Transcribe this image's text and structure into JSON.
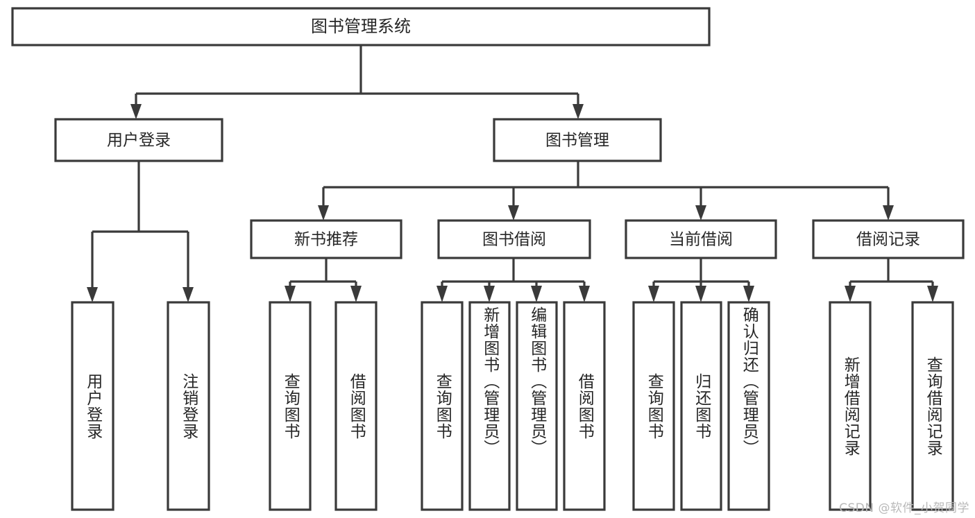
{
  "diagram": {
    "title": "图书管理系统",
    "type": "功能结构图",
    "watermark": "CSDN @软件_小贺同学",
    "colors": {
      "box_stroke": "#3a3a3a",
      "box_fill": "#ffffff",
      "text": "#262626",
      "background": "#ffffff",
      "watermark": "#b9b9b9"
    },
    "root": {
      "label": "图书管理系统"
    },
    "level1": [
      {
        "label": "用户登录"
      },
      {
        "label": "图书管理"
      }
    ],
    "level2": [
      {
        "label": "新书推荐"
      },
      {
        "label": "图书借阅"
      },
      {
        "label": "当前借阅"
      },
      {
        "label": "借阅记录"
      }
    ],
    "leaves": {
      "user_login": [
        {
          "label": "用户登录"
        },
        {
          "label": "注销登录"
        }
      ],
      "new_book_recommend": [
        {
          "label": "查询图书"
        },
        {
          "label": "借阅图书"
        }
      ],
      "book_borrow": [
        {
          "label": "查询图书"
        },
        {
          "label": "新增图书（管理员）"
        },
        {
          "label": "编辑图书（管理员）"
        },
        {
          "label": "借阅图书"
        }
      ],
      "current_borrow": [
        {
          "label": "查询图书"
        },
        {
          "label": "归还图书"
        },
        {
          "label": "确认归还（管理员）"
        }
      ],
      "borrow_record": [
        {
          "label": "新增借阅记录"
        },
        {
          "label": "查询借阅记录"
        }
      ]
    }
  }
}
